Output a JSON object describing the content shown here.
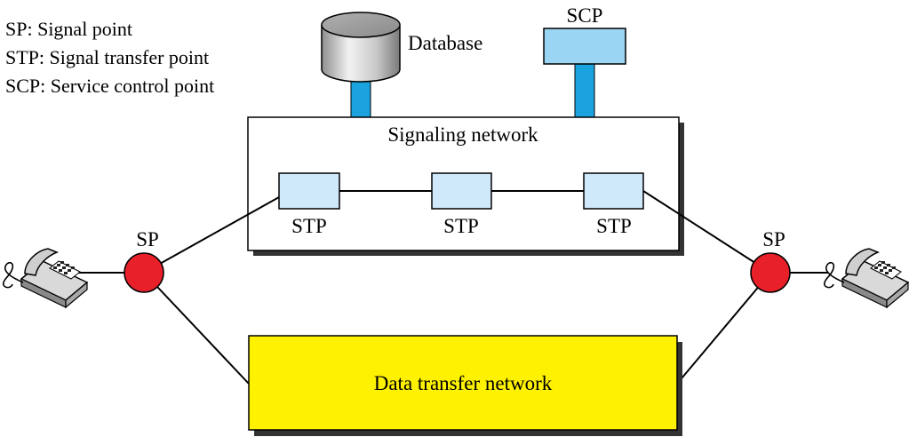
{
  "legend": [
    "SP: Signal point",
    "STP: Signal transfer point",
    "SCP: Service control point"
  ],
  "database_label": "Database",
  "scp_label": "SCP",
  "signaling_network_label": "Signaling network",
  "stp_labels": [
    "STP",
    "STP",
    "STP"
  ],
  "sp_labels": [
    "SP",
    "SP"
  ],
  "data_network_label": "Data transfer network",
  "colors": {
    "sp_node": "#e8202a",
    "stp_box": "#cfe9fb",
    "scp_box": "#9ad6f4",
    "connector": "#1aa3df",
    "data_network": "#fff200",
    "shadow": "#333333"
  }
}
